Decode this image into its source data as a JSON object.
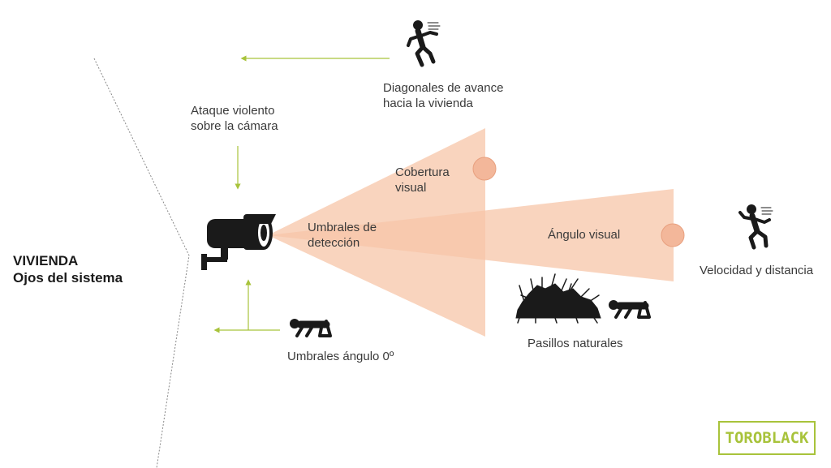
{
  "home": {
    "line1": "VIVIENDA",
    "line2": "Ojos del sistema"
  },
  "labels": {
    "diagonales_1": "Diagonales de avance",
    "diagonales_2": "hacia la vivienda",
    "ataque_1": "Ataque violento",
    "ataque_2": "sobre la cámara",
    "cobertura_1": "Cobertura",
    "cobertura_2": "visual",
    "umbrales_det_1": "Umbrales de",
    "umbrales_det_2": "detección",
    "angulo_visual": "Ángulo visual",
    "velocidad": "Velocidad y distancia",
    "pasillos": "Pasillos naturales",
    "umbrales_0": "Umbrales ángulo 0º"
  },
  "logo": "TOROBLACK",
  "colors": {
    "cone": "#f7c6a8",
    "cone_overlap": "#f2a984",
    "arrow": "#a8c33b",
    "silhouette": "#1a1a1a",
    "border_line": "#888888"
  },
  "icons": [
    "camera-icon",
    "running-person-icon",
    "crawling-person-icon",
    "bush-icon"
  ]
}
